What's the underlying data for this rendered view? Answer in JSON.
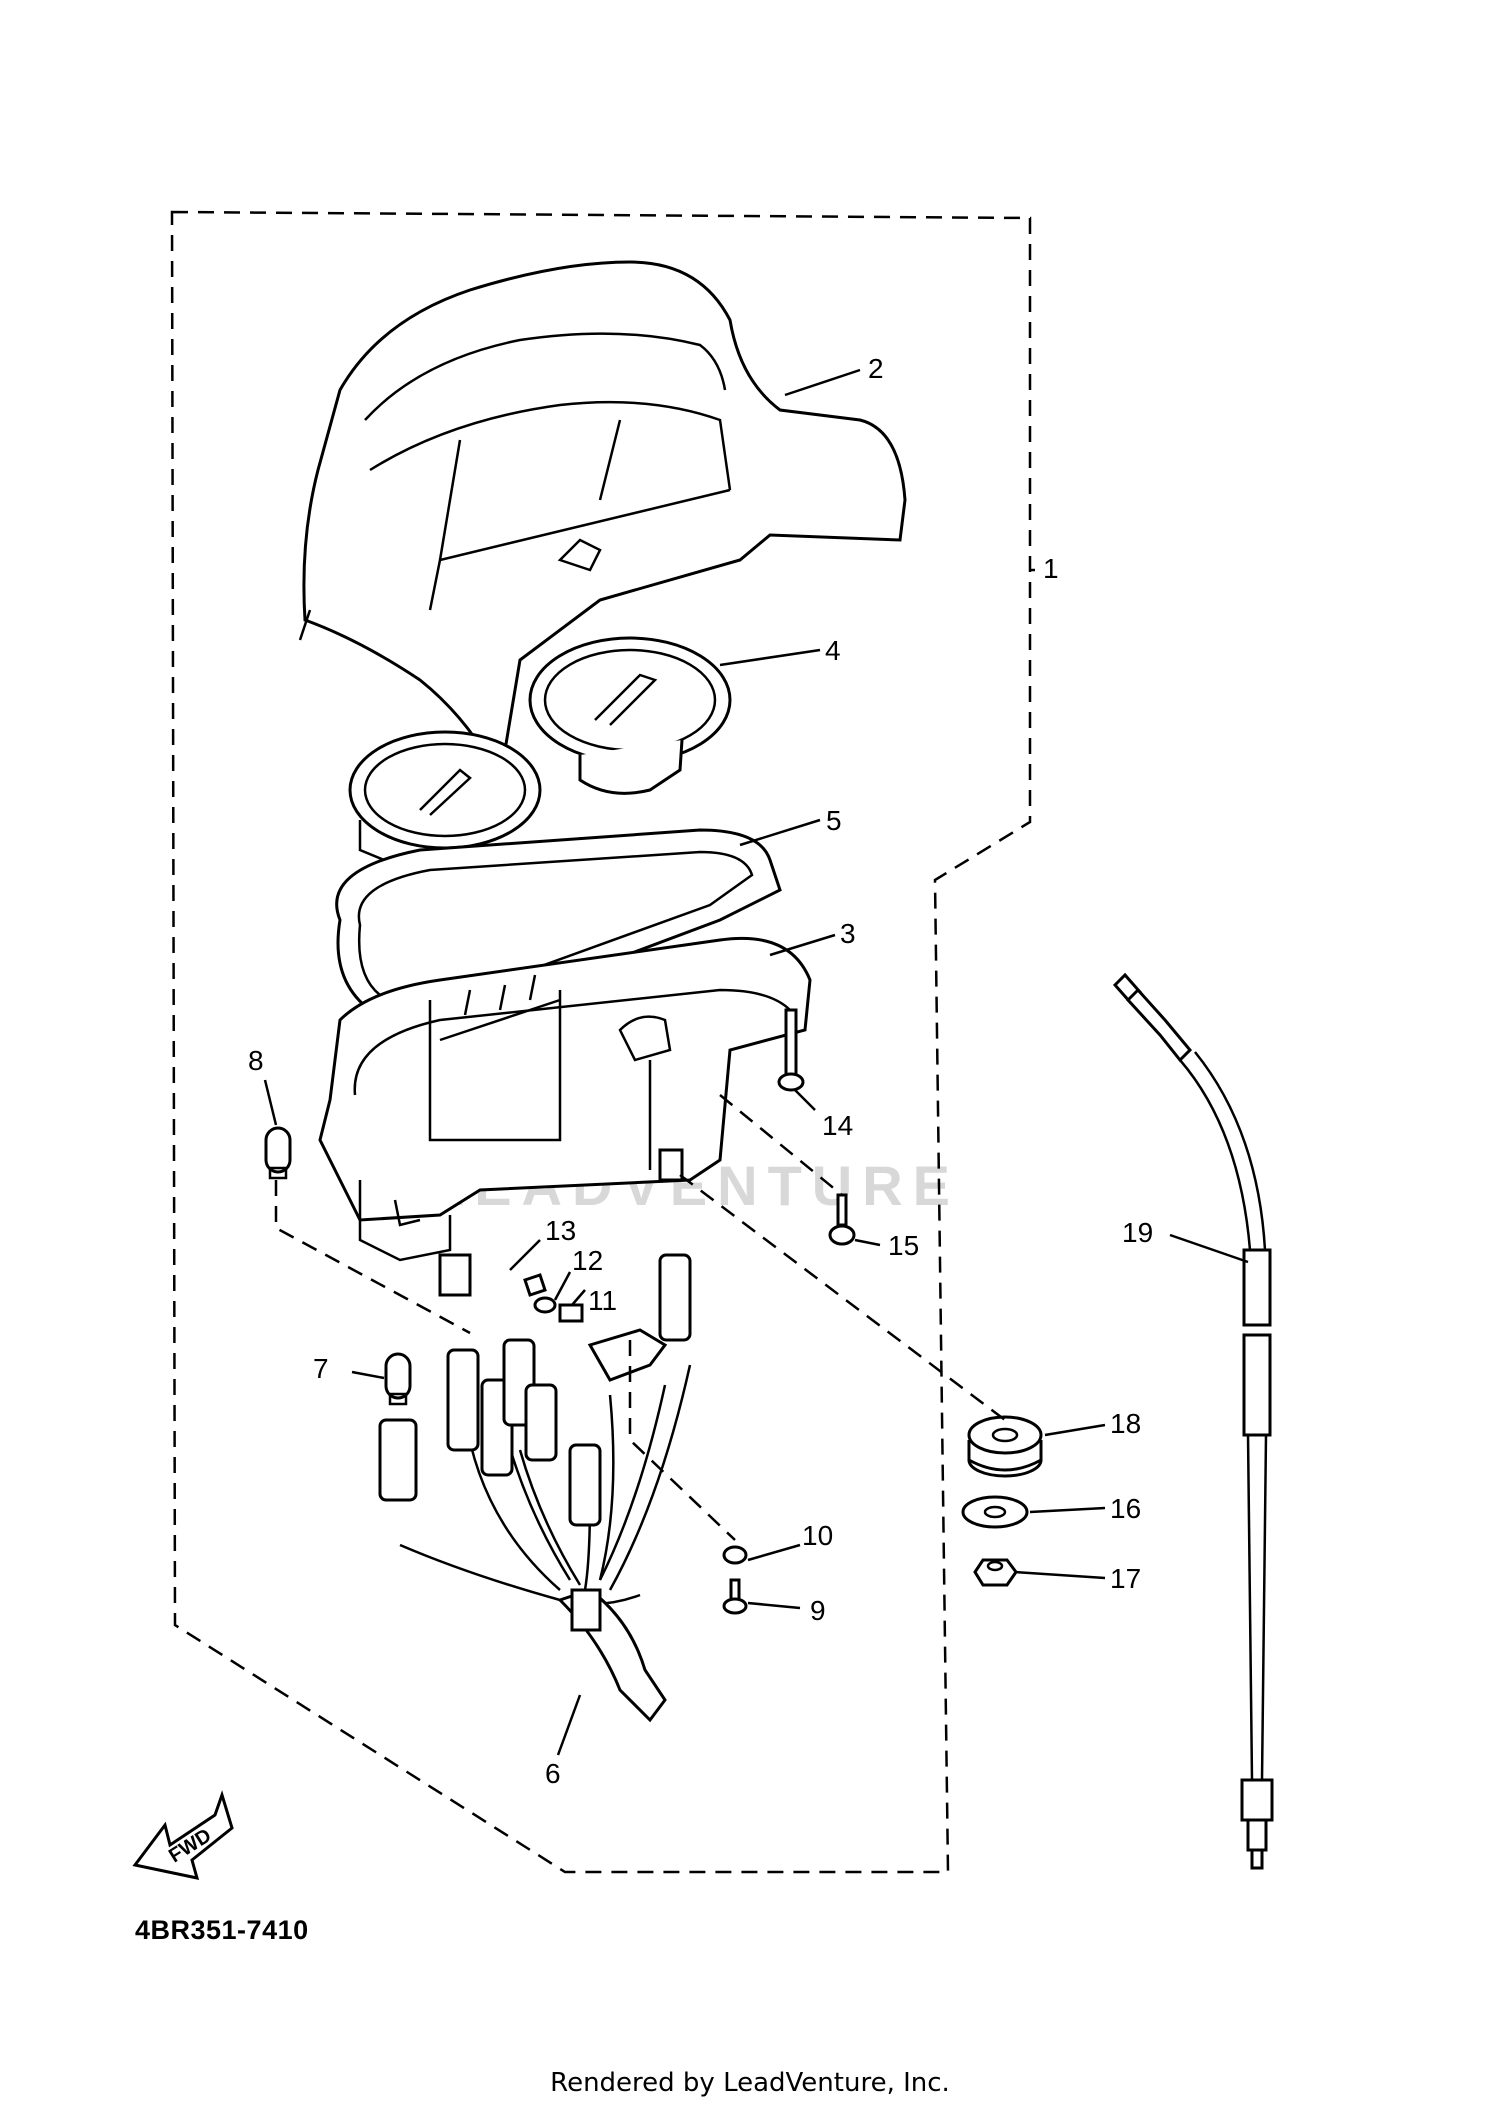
{
  "watermark": "LEADVENTURE",
  "diagram_code": "4BR351-7410",
  "credit": "Rendered by LeadVenture, Inc.",
  "fwd_label": "FWD",
  "callouts": [
    "1",
    "2",
    "3",
    "4",
    "5",
    "6",
    "7",
    "8",
    "9",
    "10",
    "11",
    "12",
    "13",
    "14",
    "15",
    "16",
    "17",
    "18",
    "19"
  ]
}
